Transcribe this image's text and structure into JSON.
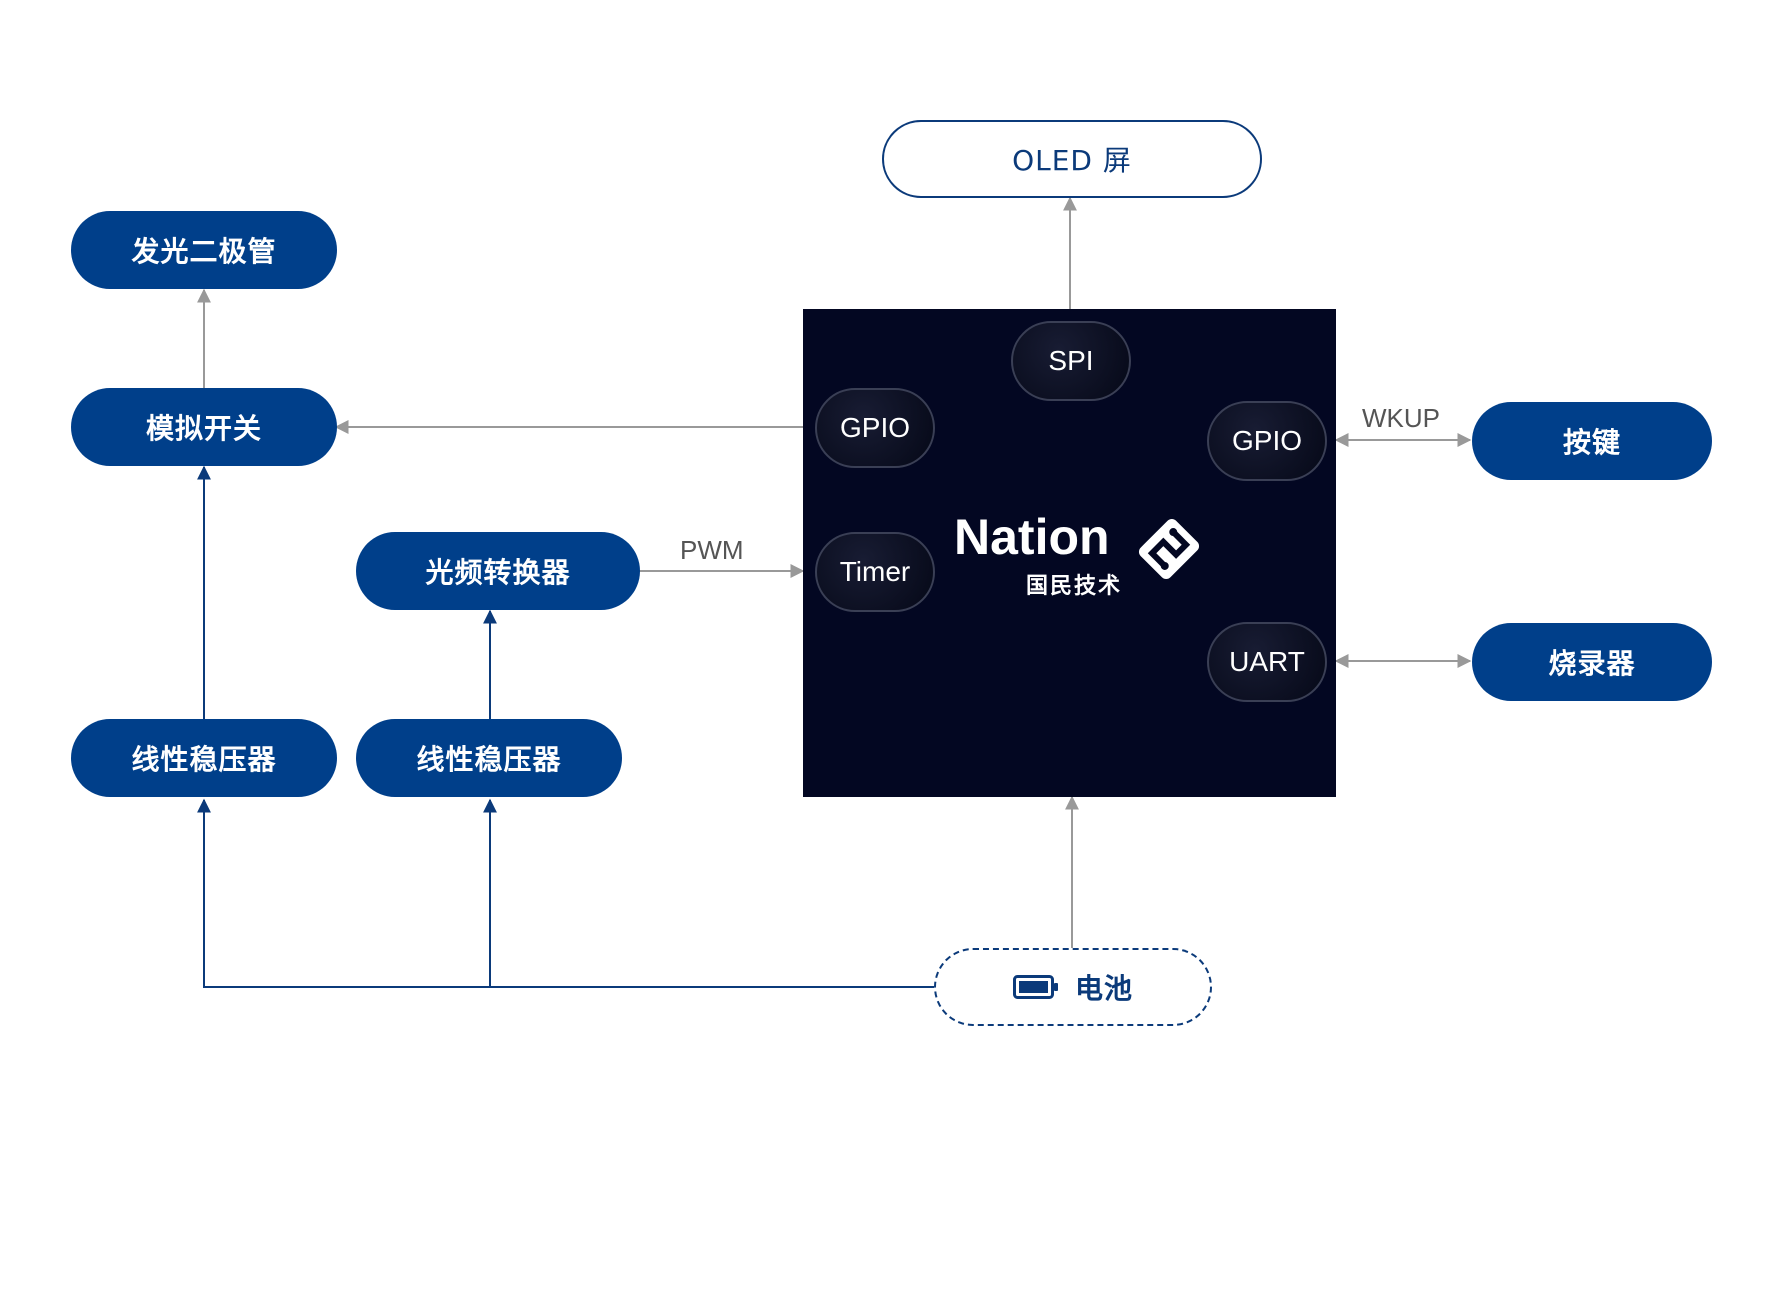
{
  "nodes": {
    "oled": "OLED 屏",
    "led": "发光二极管",
    "analog_switch": "模拟开关",
    "light_freq": "光频转换器",
    "ldo_1": "线性稳压器",
    "ldo_2": "线性稳压器",
    "key": "按键",
    "programmer": "烧录器",
    "battery": "电池"
  },
  "mcu": {
    "ports": {
      "spi": "SPI",
      "gpio_left": "GPIO",
      "timer": "Timer",
      "gpio_right": "GPIO",
      "uart": "UART"
    },
    "logo_text": "Nation",
    "logo_sub": "国民技术"
  },
  "signals": {
    "pwm": "PWM",
    "wkup": "WKUP"
  },
  "colors": {
    "node_fill": "#003f8a",
    "mcu_bg": "#030722",
    "power_line": "#0b3a7a",
    "signal_line": "#999999"
  }
}
